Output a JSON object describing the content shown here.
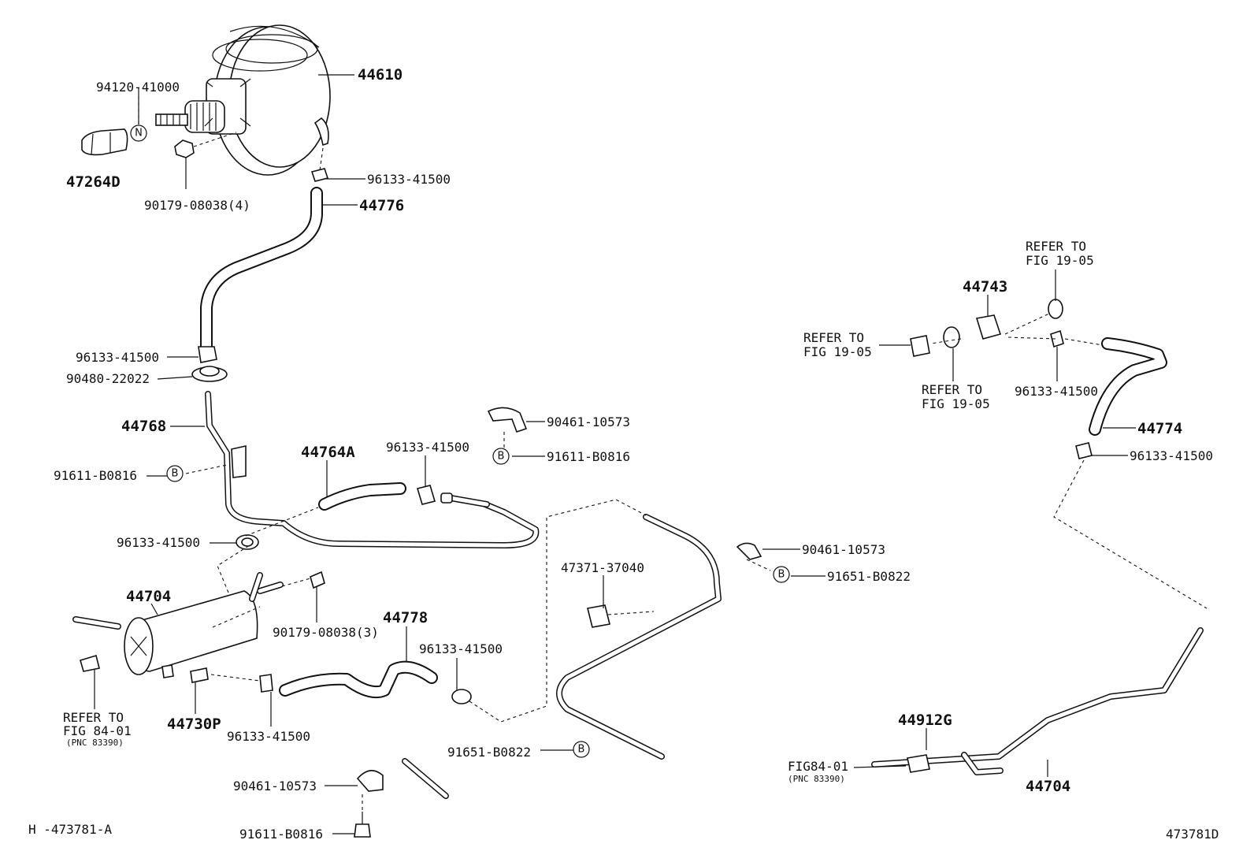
{
  "labels": {
    "l44610": "44610",
    "l94120": "94120-41000",
    "l47264d": "47264D",
    "l90179a": "90179-08038(4)",
    "l96133a": "96133-41500",
    "l44776": "44776",
    "l96133b": "96133-41500",
    "l90480": "90480-22022",
    "l44768": "44768",
    "l91611a": "91611-B0816",
    "l44764a": "44764A",
    "l96133c": "96133-41500",
    "l90461a": "90461-10573",
    "l91611b": "91611-B0816",
    "l96133d": "96133-41500",
    "l44704a": "44704",
    "l90179b": "90179-08038(3)",
    "l44778": "44778",
    "l96133e": "96133-41500",
    "l44730p": "44730P",
    "l96133f": "96133-41500",
    "l47371": "47371-37040",
    "l90461b": "90461-10573",
    "l91651a": "91651-B0822",
    "l91651b": "91651-B0822",
    "l90461c": "90461-10573",
    "l91611c": "91611-B0816",
    "l44743": "44743",
    "l96133g": "96133-41500",
    "l44774": "44774",
    "l96133h": "96133-41500",
    "l44912g": "44912G",
    "l44704b": "44704",
    "refer1a": "REFER TO",
    "refer1b": "FIG 19-05",
    "refer2a": "REFER TO",
    "refer2b": "FIG 19-05",
    "refer3a": "REFER TO",
    "refer3b": "FIG 19-05",
    "refer4a": "REFER TO",
    "refer4b": "FIG 84-01",
    "refer4c": "(PNC 83390)",
    "refer5a": "FIG84-01",
    "refer5b": "(PNC 83390)",
    "footer_left": "H -473781-A",
    "footer_right": "473781D",
    "sym_n": "N",
    "sym_b": "B"
  }
}
